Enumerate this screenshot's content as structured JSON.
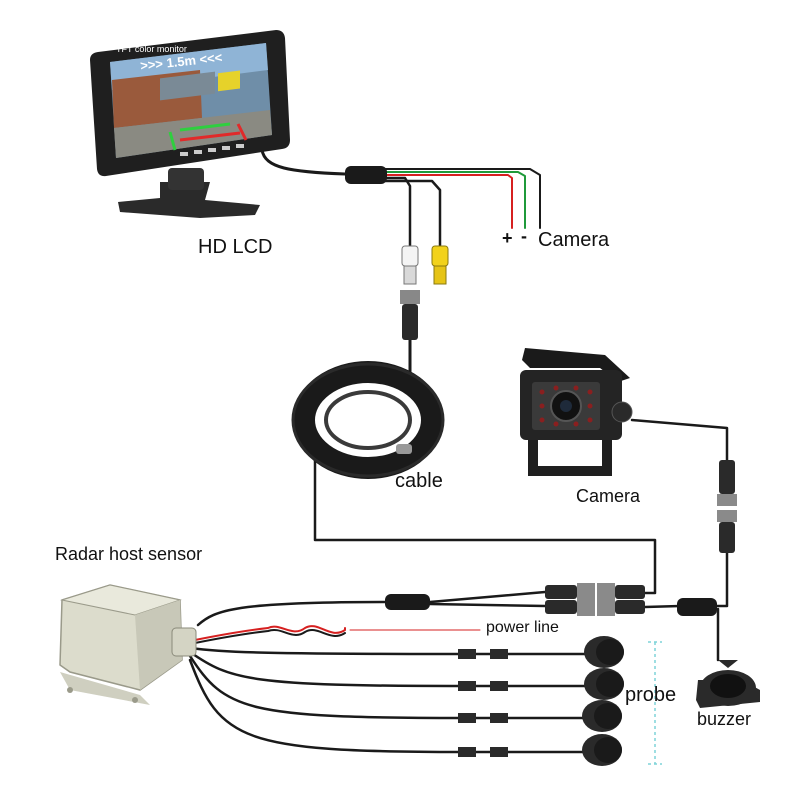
{
  "labels": {
    "monitor": "HD LCD",
    "camera_wires": "Camera",
    "plus_sign": "+",
    "minus_sign": "-",
    "cable": "cable",
    "camera_unit": "Camera",
    "radar_host": "Radar host sensor",
    "power_line": "power line",
    "probe": "probe",
    "buzzer": "buzzer"
  },
  "screen": {
    "brand_text": "TFT color monitor",
    "distance_text": ">>> 1.5m <<<"
  },
  "colors": {
    "wire_black": "#1a1a1a",
    "wire_red": "#d62020",
    "wire_green": "#1f9a3a",
    "wire_white": "#cfcfcf",
    "rca_yellow": "#f2d21b",
    "rca_white": "#f4f4f4",
    "probe_bracket": "#7fd3d8",
    "power_leader": "#d62020"
  }
}
